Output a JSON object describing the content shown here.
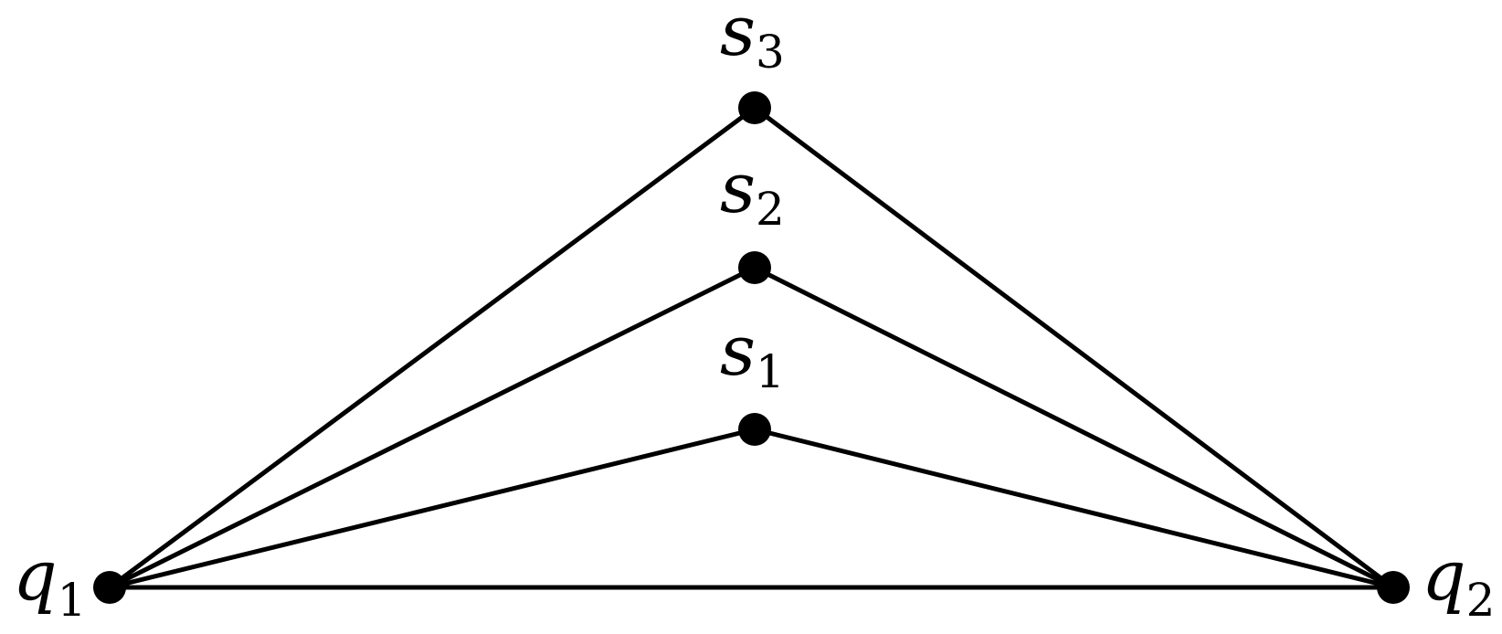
{
  "diagram": {
    "nodes": [
      {
        "id": "q1",
        "label": "q",
        "subscript": "1"
      },
      {
        "id": "q2",
        "label": "q",
        "subscript": "2"
      },
      {
        "id": "s1",
        "label": "s",
        "subscript": "1"
      },
      {
        "id": "s2",
        "label": "s",
        "subscript": "2"
      },
      {
        "id": "s3",
        "label": "s",
        "subscript": "3"
      }
    ],
    "edges": [
      {
        "from": "q1",
        "to": "q2"
      },
      {
        "from": "q1",
        "to": "s1"
      },
      {
        "from": "s1",
        "to": "q2"
      },
      {
        "from": "q1",
        "to": "s2"
      },
      {
        "from": "s2",
        "to": "q2"
      },
      {
        "from": "q1",
        "to": "s3"
      },
      {
        "from": "s3",
        "to": "q2"
      }
    ],
    "colors": {
      "stroke": "#000000",
      "node": "#000000",
      "background": "#ffffff"
    }
  }
}
